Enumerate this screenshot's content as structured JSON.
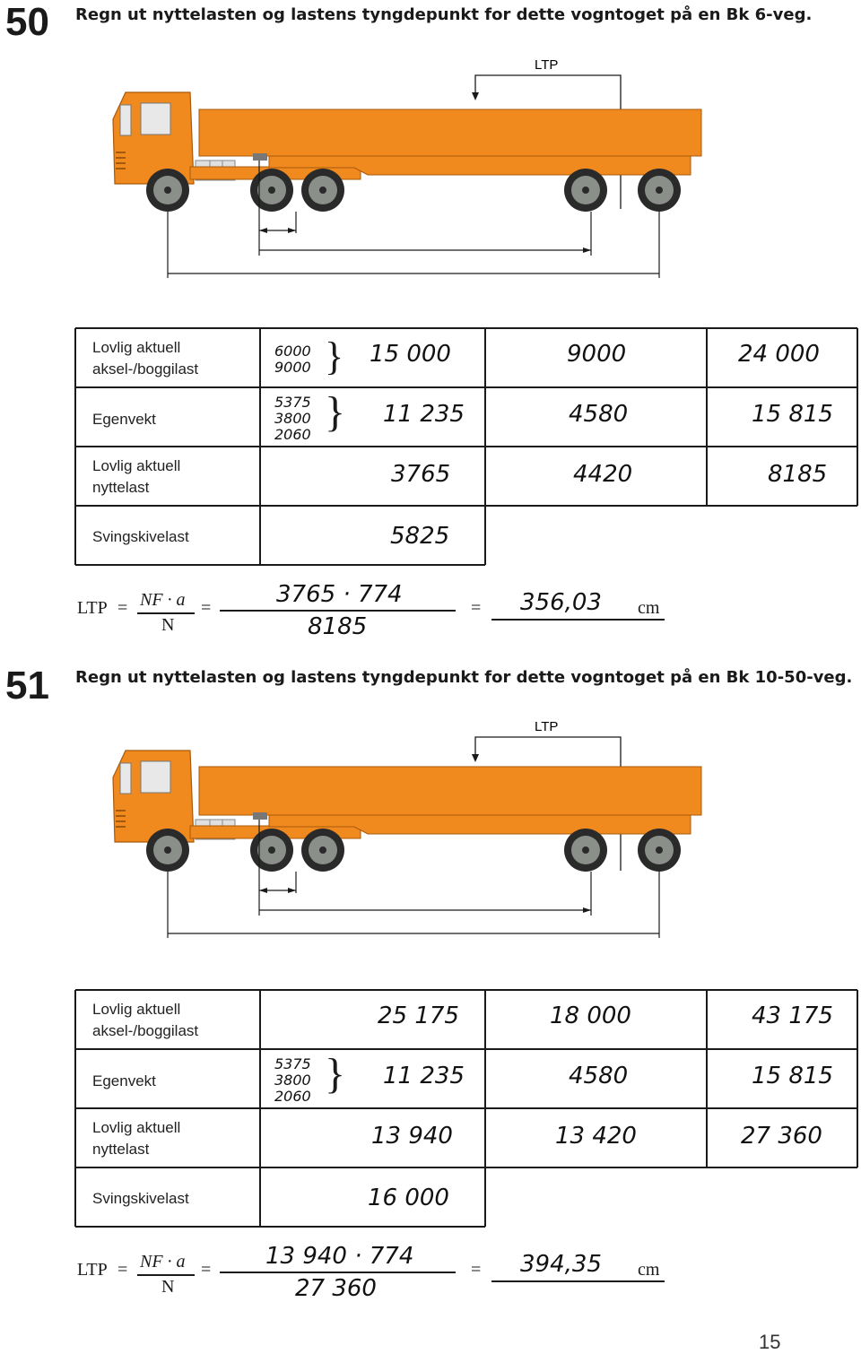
{
  "page_number": "15",
  "task50": {
    "number": "50",
    "text": "Regn ut nyttelasten og lastens tyngdepunkt for dette vogntoget på en Bk 6-veg.",
    "ltp_label": "LTP",
    "table": {
      "rows": [
        {
          "label_lines": [
            "Lovlig aktuell",
            "aksel-/boggilast"
          ],
          "sub": [
            "6000",
            "9000"
          ],
          "values": [
            "15 000",
            "9000",
            "24 000"
          ]
        },
        {
          "label_lines": [
            "Egenvekt"
          ],
          "sub": [
            "5375",
            "3800",
            "2060"
          ],
          "values": [
            "11 235",
            "4580",
            "15 815"
          ]
        },
        {
          "label_lines": [
            "Lovlig aktuell",
            "nyttelast"
          ],
          "sub": [],
          "values": [
            "3765",
            "4420",
            "8185"
          ]
        },
        {
          "label_lines": [
            "Svingskivelast"
          ],
          "sub": [],
          "values": [
            "5825"
          ]
        }
      ]
    },
    "formula": {
      "lhs": "LTP",
      "eq": "=",
      "num": "NF · a",
      "den": "N",
      "numerator": "3765 · 774",
      "denominator": "8185",
      "result": "356,03",
      "unit": "cm"
    }
  },
  "task51": {
    "number": "51",
    "text": "Regn ut nyttelasten og lastens tyngdepunkt for dette vogntoget på en Bk 10-50-veg.",
    "ltp_label": "LTP",
    "table": {
      "rows": [
        {
          "label_lines": [
            "Lovlig aktuell",
            "aksel-/boggilast"
          ],
          "sub": [],
          "values": [
            "25 175",
            "18 000",
            "43 175"
          ]
        },
        {
          "label_lines": [
            "Egenvekt"
          ],
          "sub": [
            "5375",
            "3800",
            "2060"
          ],
          "values": [
            "11 235",
            "4580",
            "15 815"
          ]
        },
        {
          "label_lines": [
            "Lovlig aktuell",
            "nyttelast"
          ],
          "sub": [],
          "values": [
            "13 940",
            "13 420",
            "27 360"
          ]
        },
        {
          "label_lines": [
            "Svingskivelast"
          ],
          "sub": [],
          "values": [
            "16 000"
          ]
        }
      ]
    },
    "formula": {
      "lhs": "LTP",
      "eq": "=",
      "num": "NF · a",
      "den": "N",
      "numerator": "13 940 · 774",
      "denominator": "27 360",
      "result": "394,35",
      "unit": "cm"
    }
  },
  "colors": {
    "truck": "#f0891e",
    "truck_dark": "#b85f0a",
    "wheel": "#8a8f8a",
    "line": "#1a1a1a"
  }
}
